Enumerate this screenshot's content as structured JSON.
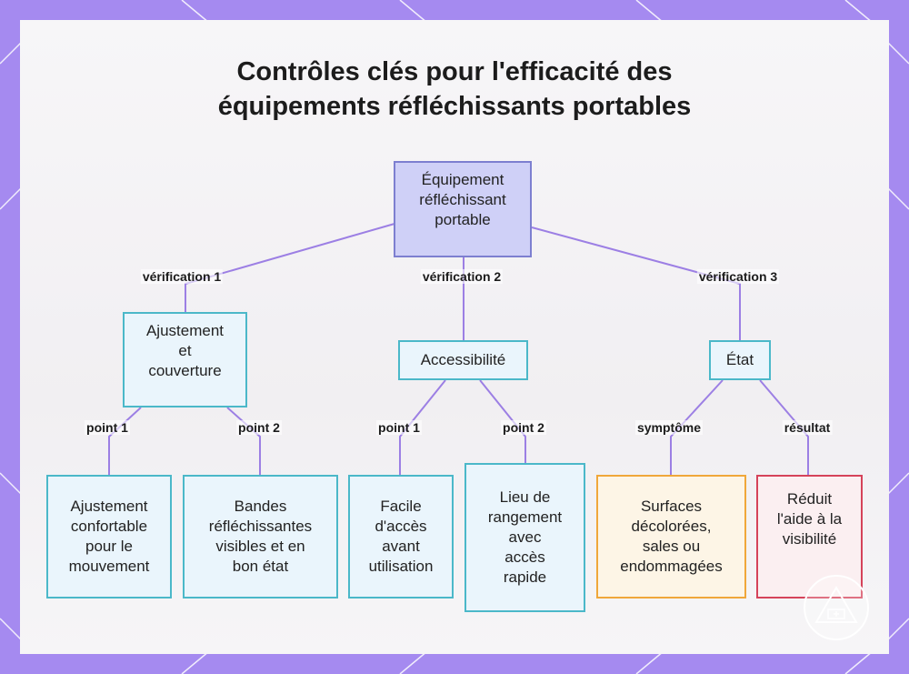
{
  "title": {
    "line1": "Contrôles clés pour l'efficacité des",
    "line2": "équipements réfléchissants portables"
  },
  "nodes": {
    "root": [
      "Équipement",
      "réfléchissant",
      "portable"
    ],
    "ajustement": [
      "Ajustement",
      "et",
      "couverture"
    ],
    "accessibilite": [
      "Accessibilité"
    ],
    "etat": [
      "État"
    ],
    "leaf1": [
      "Ajustement",
      "confortable",
      "pour le",
      "mouvement"
    ],
    "leaf2": [
      "Bandes",
      "réfléchissantes",
      "visibles et en",
      "bon état"
    ],
    "leaf3": [
      "Facile",
      "d'accès",
      "avant",
      "utilisation"
    ],
    "leaf4": [
      "Lieu de",
      "rangement",
      "avec",
      "accès",
      "rapide"
    ],
    "leaf5": [
      "Surfaces",
      "décolorées,",
      "sales ou",
      "endommagées"
    ],
    "leaf6": [
      "Réduit",
      "l'aide à la",
      "visibilité"
    ]
  },
  "edges": {
    "verif1": "vérification 1",
    "verif2": "vérification 2",
    "verif3": "vérification 3",
    "point1a": "point 1",
    "point2a": "point 2",
    "point1b": "point 1",
    "point2b": "point 2",
    "symptome": "symptôme",
    "resultat": "résultat"
  },
  "colors": {
    "frame": "#a58af0",
    "connector": "#9c7fe4",
    "root_fill": "#cfd0f7",
    "node_border": "#4bb8c9",
    "symptom_border": "#f0a73a",
    "result_border": "#d5435a"
  },
  "icons": {
    "watermark": "warning-triangle-logo"
  }
}
